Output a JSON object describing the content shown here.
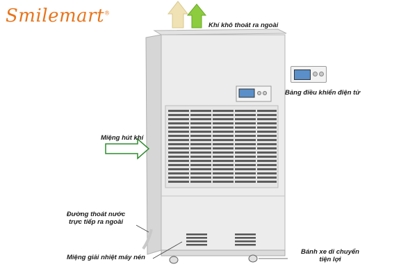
{
  "logo": {
    "text": "Smilemart",
    "mark": "®"
  },
  "labels": {
    "air_out": "Khí khô thoát ra ngoài",
    "control_panel": "Bảng điều khiển điện tử",
    "intake": "Miệng hút khí",
    "drain_line1": "Đường thoát nước",
    "drain_line2": "trực tiếp ra ngoài",
    "compressor_vent": "Miệng giải nhiệt máy nén",
    "wheels_line1": "Bánh xe di chuyển",
    "wheels_line2": "tiện lợi"
  },
  "colors": {
    "brand": "#e8741b",
    "arrow_left": "#f0e2b4",
    "arrow_right": "#8ccc3e",
    "intake_arrow": "#2e8b2e",
    "body": "#ececec",
    "screen": "#5a8fc9"
  }
}
